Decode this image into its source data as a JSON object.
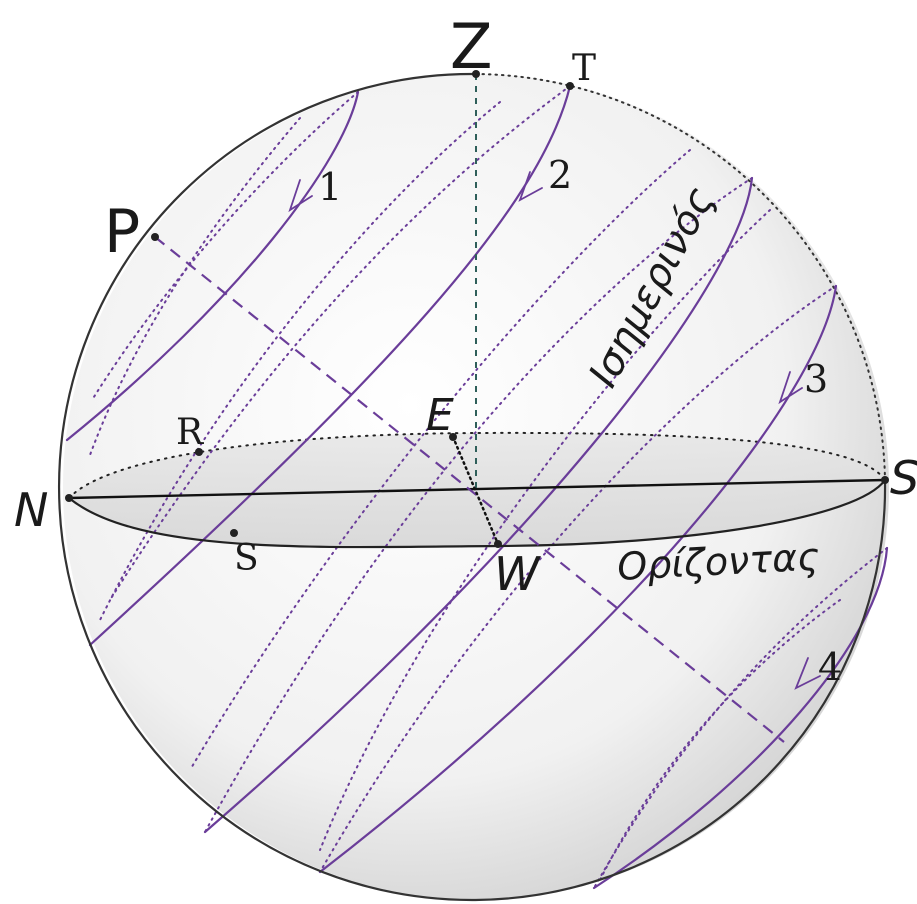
{
  "labels": {
    "zenith": "Z",
    "pole": "P",
    "north": "N",
    "south_point": "S",
    "east": "E",
    "west": "W",
    "t_point": "T",
    "r_point": "R",
    "s_point": "S",
    "equator": "Ισημερινός",
    "horizon": "Ορίζοντας",
    "path_1": "1",
    "path_2": "2",
    "path_3": "3",
    "path_4": "4"
  },
  "colors": {
    "diurnal_path": "#6a3d99",
    "sphere_outline": "#333333",
    "zenith_line": "#2f5f5a"
  }
}
